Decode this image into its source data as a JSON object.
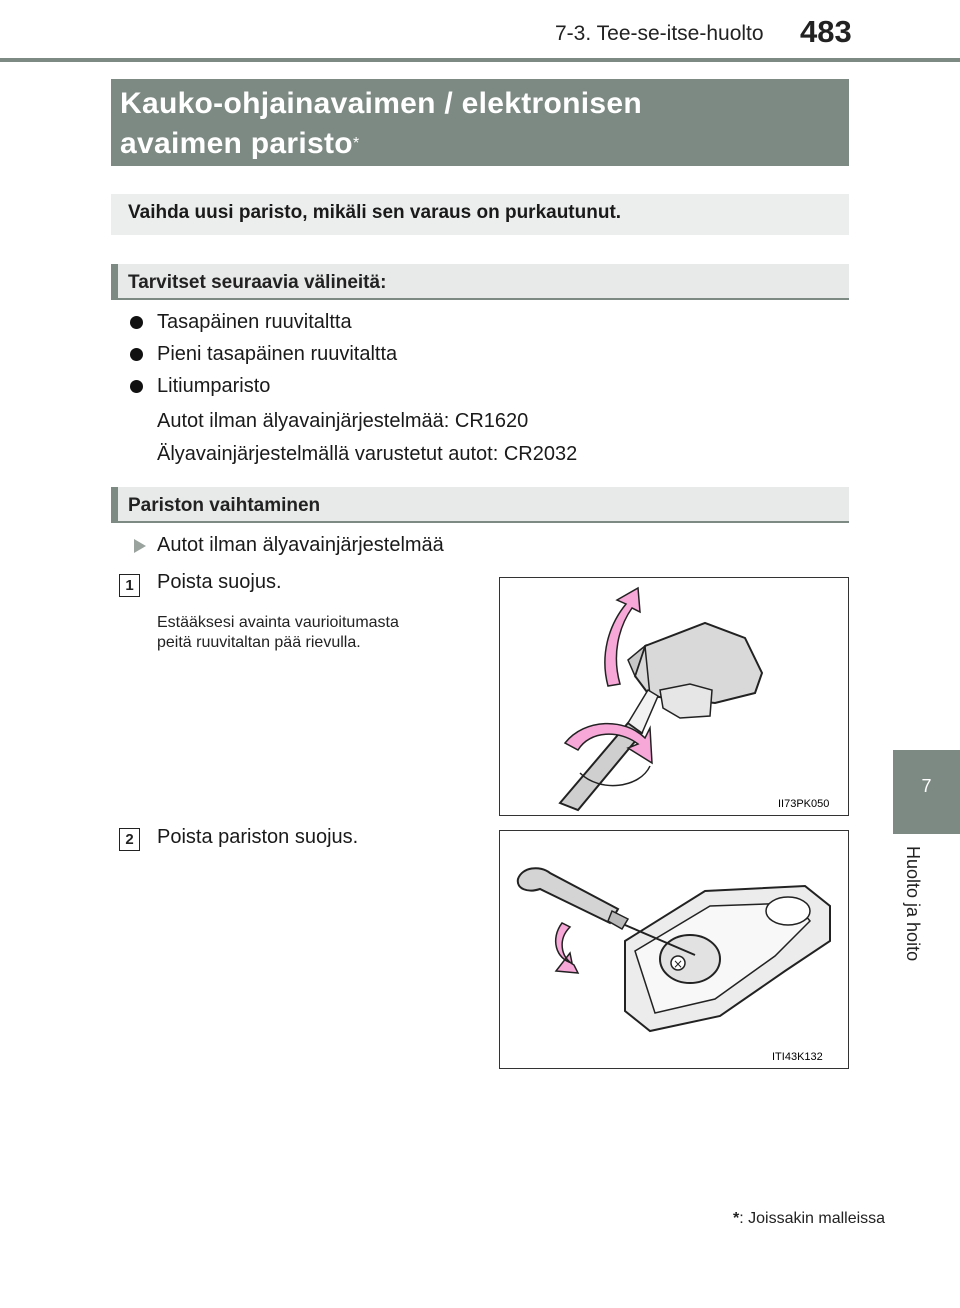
{
  "header": {
    "section": "7-3. Tee-se-itse-huolto",
    "page_number": "483"
  },
  "chapter_tab": {
    "number": "7",
    "label": "Huolto ja hoito"
  },
  "title": {
    "line1": "Kauko-ohjainavaimen / elektronisen",
    "line2": "avaimen paristo",
    "mark": "*"
  },
  "intro": "Vaihda uusi paristo, mikäli sen varaus on purkautunut.",
  "tools": {
    "heading": "Tarvitset seuraavia välineitä:",
    "items": [
      "Tasapäinen ruuvitaltta",
      "Pieni tasapäinen ruuvitaltta",
      "Litiumparisto"
    ],
    "battery_notes": [
      "Autot ilman älyavainjärjestelmää: CR1620",
      "Älyavainjärjestelmällä varustetut autot: CR2032"
    ]
  },
  "replacement": {
    "heading": "Pariston vaihtaminen",
    "subheading": "Autot ilman älyavainjärjestelmää",
    "steps": [
      {
        "number": "1",
        "text": "Poista suojus.",
        "note_line1": "Estääksesi avainta vaurioitumasta",
        "note_line2": "peitä ruuvitaltan pää rievulla.",
        "figure_id": "II73PK050"
      },
      {
        "number": "2",
        "text": "Poista pariston suojus.",
        "figure_id": "ITI43K132"
      }
    ]
  },
  "footnote": ": Joissakin malleissa",
  "colors": {
    "accent_gray": "#7d8a83",
    "arrow_pink": "#f7a8d8"
  }
}
